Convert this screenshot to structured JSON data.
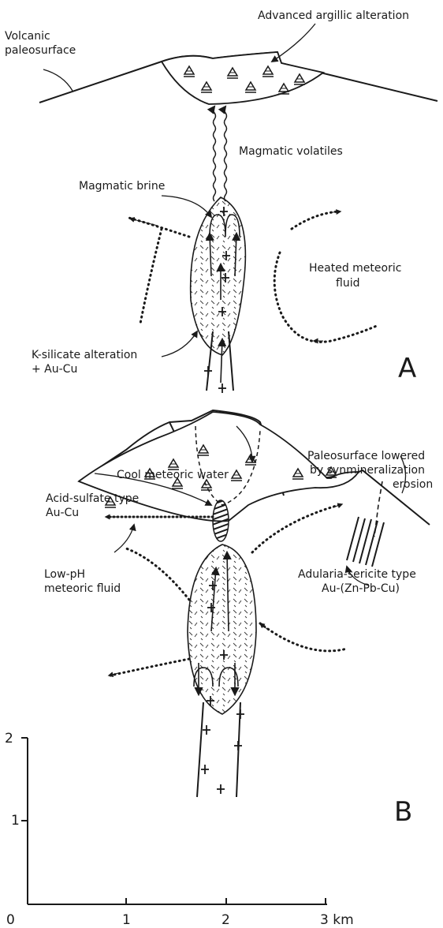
{
  "panel_a": {
    "letter": "A",
    "labels": {
      "advanced_argillic": "Advanced argillic alteration",
      "volcanic_paleosurface_1": "Volcanic",
      "volcanic_paleosurface_2": "paleosurface",
      "magmatic_volatiles": "Magmatic volatiles",
      "magmatic_brine": "Magmatic brine",
      "heated_meteoric_1": "Heated meteoric",
      "heated_meteoric_2": "fluid",
      "k_silicate_1": "K-silicate alteration",
      "k_silicate_2": "+ Au-Cu"
    }
  },
  "panel_b": {
    "letter": "B",
    "labels": {
      "paleosurface_lowered_1": "Paleosurface lowered",
      "paleosurface_lowered_2": "by synmineralization",
      "paleosurface_lowered_3": "erosion",
      "cool_meteoric": "Cool meteoric water",
      "acid_sulfate_1": "Acid-sulfate type",
      "acid_sulfate_2": "Au-Cu",
      "low_ph_1": "Low-pH",
      "low_ph_2": "meteoric fluid",
      "adularia_1": "Adularia-sericite type",
      "adularia_2": "Au-(Zn-Pb-Cu)"
    }
  },
  "scale": {
    "x_ticks": [
      "0",
      "1",
      "2",
      "3 km"
    ],
    "y_ticks": [
      "1",
      "2"
    ]
  },
  "colors": {
    "ink": "#1a1a1a",
    "background": "#ffffff"
  }
}
